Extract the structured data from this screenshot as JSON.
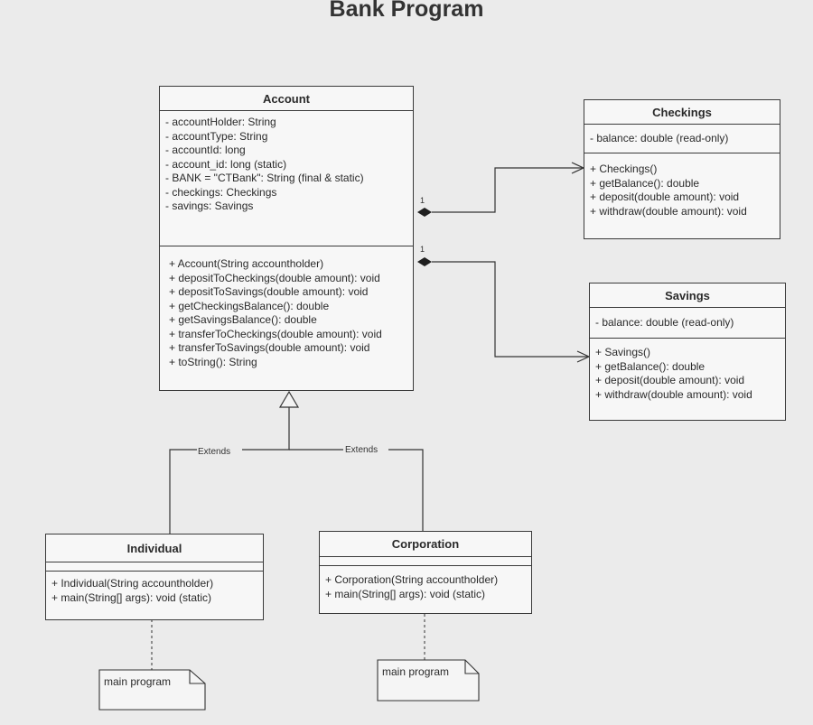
{
  "title": "Bank Program",
  "classes": {
    "account": {
      "name": "Account",
      "attributes": [
        "- accountHolder: String",
        "- accountType: String",
        "- accountId: long",
        "- account_id: long (static)",
        "- BANK = \"CTBank\": String (final & static)",
        "- checkings: Checkings",
        "- savings: Savings"
      ],
      "operations": [
        "+ Account(String accountholder)",
        "+ depositToCheckings(double amount): void",
        "+ depositToSavings(double amount): void",
        "+ getCheckingsBalance(): double",
        "+ getSavingsBalance(): double",
        "+ transferToCheckings(double amount): void",
        "+ transferToSavings(double amount): void",
        "+ toString(): String"
      ]
    },
    "checkings": {
      "name": "Checkings",
      "attributes": [
        "- balance: double (read-only)"
      ],
      "operations": [
        "+ Checkings()",
        "+ getBalance(): double",
        "+ deposit(double amount): void",
        "+ withdraw(double amount): void"
      ]
    },
    "savings": {
      "name": "Savings",
      "attributes": [
        "- balance: double (read-only)"
      ],
      "operations": [
        "+ Savings()",
        "+ getBalance(): double",
        "+ deposit(double amount): void",
        "+ withdraw(double amount): void"
      ]
    },
    "individual": {
      "name": "Individual",
      "operations": [
        "+ Individual(String accountholder)",
        "+ main(String[] args): void (static)"
      ]
    },
    "corporation": {
      "name": "Corporation",
      "operations": [
        "+ Corporation(String accountholder)",
        "+ main(String[] args): void (static)"
      ]
    }
  },
  "relations": {
    "extends_left": "Extends",
    "extends_right": "Extends",
    "multiplicity_checkings": "1",
    "multiplicity_savings": "1"
  },
  "notes": {
    "individual_note": "main program",
    "corporation_note": "main program"
  }
}
